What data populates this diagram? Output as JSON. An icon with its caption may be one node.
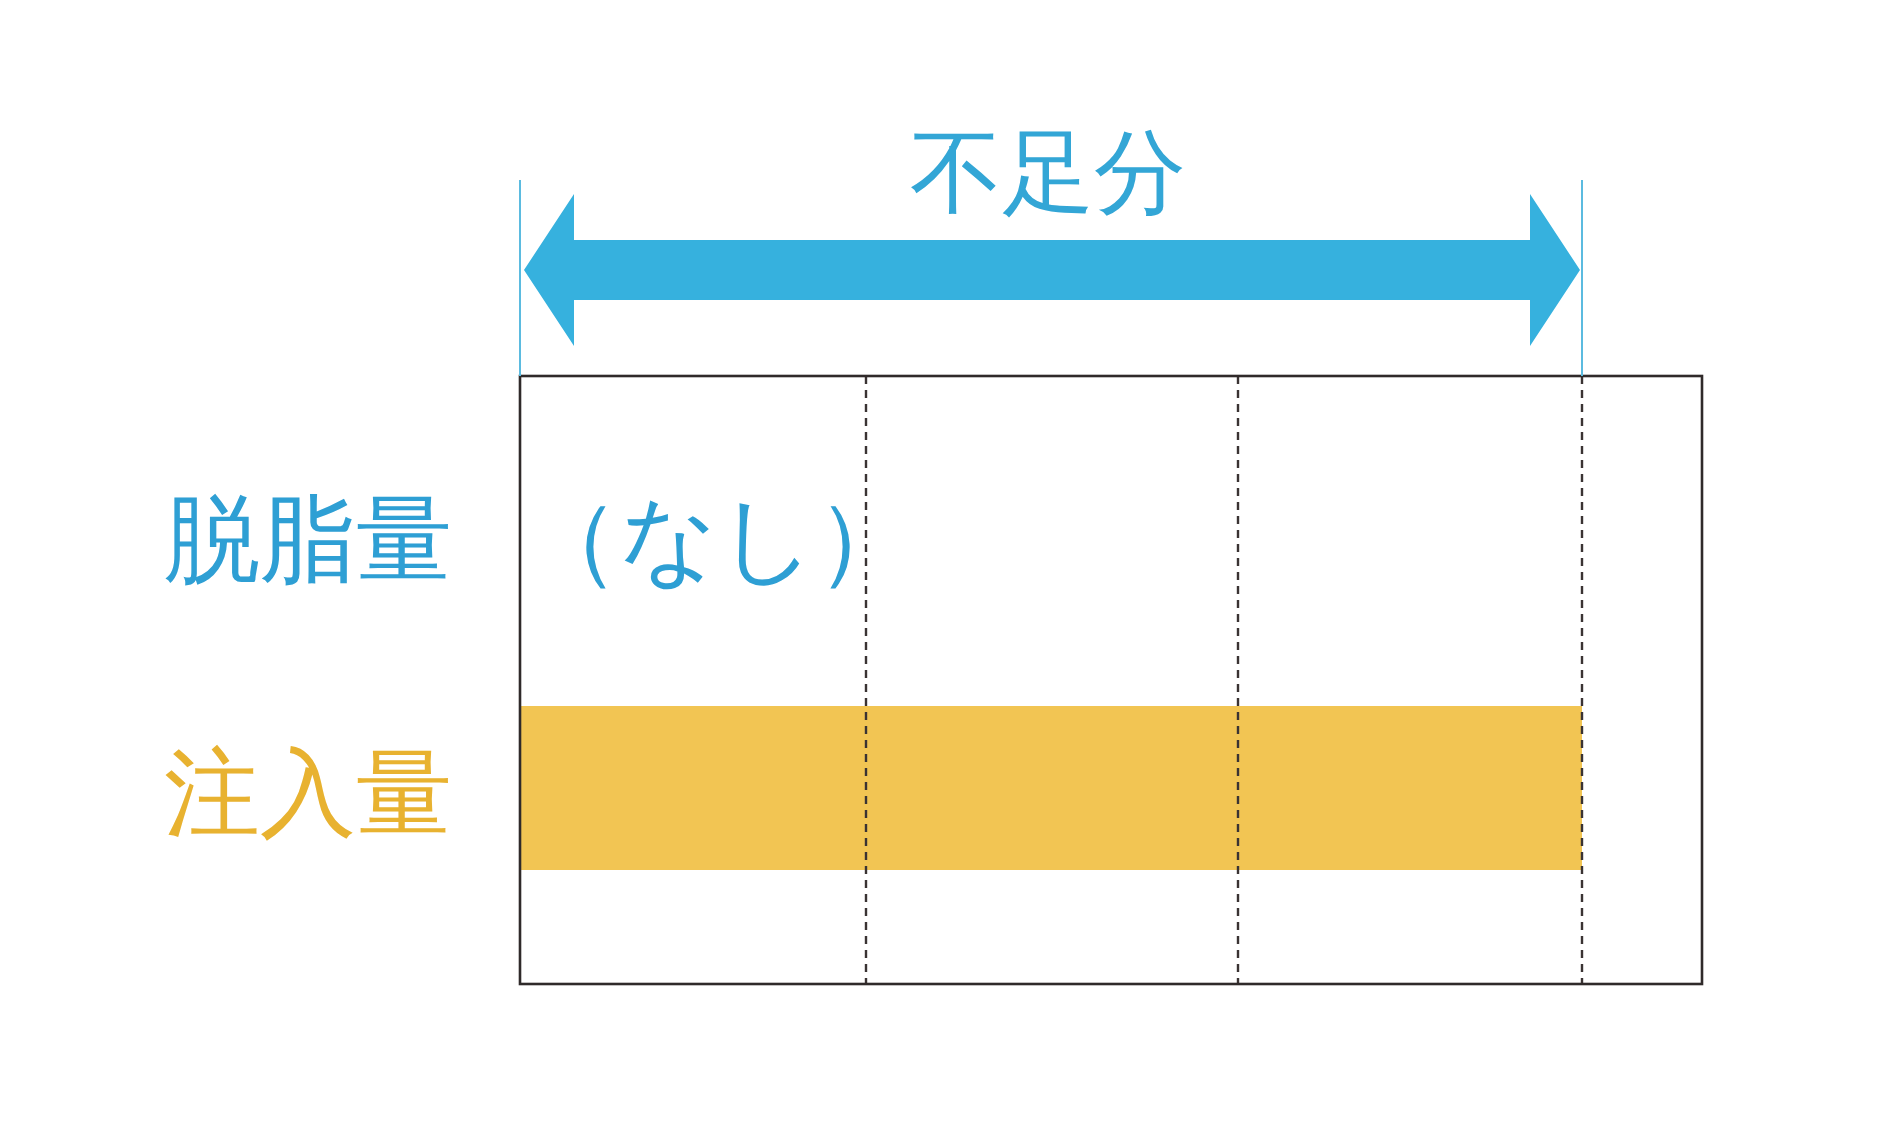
{
  "diagram": {
    "nodes": [
      {
        "text": [],
        "shape": "bar",
        "beside": [
          "注入量"
        ]
      }
    ],
    "labels": [
      "不足分",
      "脱脂量",
      "（なし）"
    ]
  }
}
